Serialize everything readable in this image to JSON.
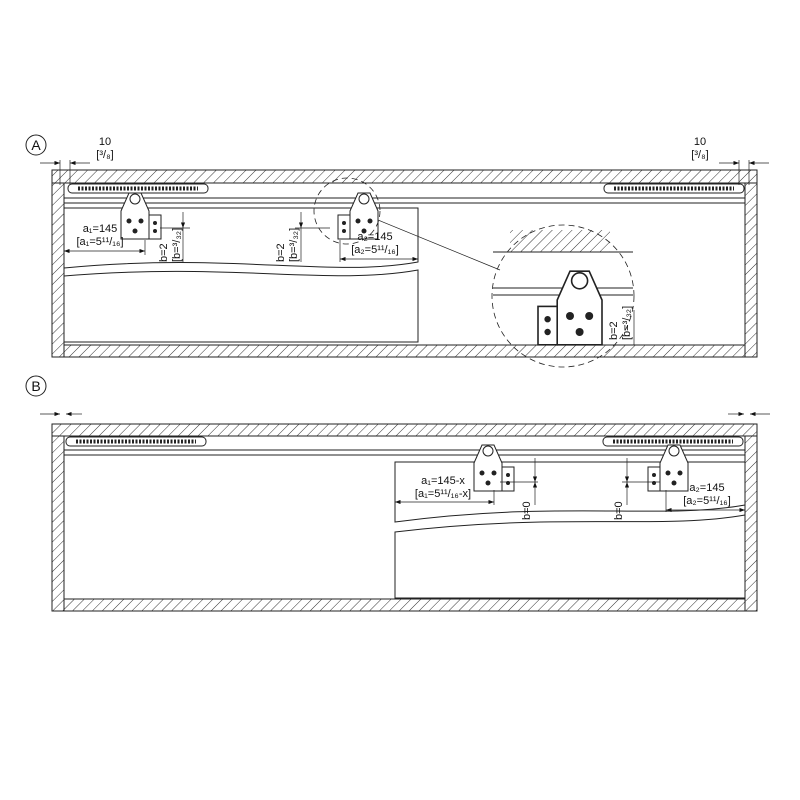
{
  "section_a": {
    "marker": "A",
    "gap_left": {
      "mm": "10",
      "inch": "[³/₈]"
    },
    "gap_right": {
      "mm": "10",
      "inch": "[³/₈]"
    },
    "a1": {
      "mm": "a₁=145",
      "inch": "[a₁=5¹¹/₁₆]"
    },
    "b_left": {
      "mm": "b=2",
      "inch": "[b=³/₃₂]"
    },
    "b_mid": {
      "mm": "b=2",
      "inch": "[b=³/₃₂]"
    },
    "a2": {
      "mm": "a₂=145",
      "inch": "[a₂=5¹¹/₁₆]"
    },
    "detail_b": {
      "mm": "b=2",
      "inch": "[b=³/₃₂]"
    }
  },
  "section_b": {
    "marker": "B",
    "a1": {
      "mm": "a₁=145-x",
      "inch": "[a₁=5¹¹/₁₆-x]"
    },
    "b_left": {
      "mm": "b=0"
    },
    "b_right": {
      "mm": "b=0"
    },
    "a2": {
      "mm": "a₂=145",
      "inch": "[a₂=5¹¹/₁₆]"
    }
  },
  "colors": {
    "line": "#222222",
    "background": "#ffffff"
  }
}
